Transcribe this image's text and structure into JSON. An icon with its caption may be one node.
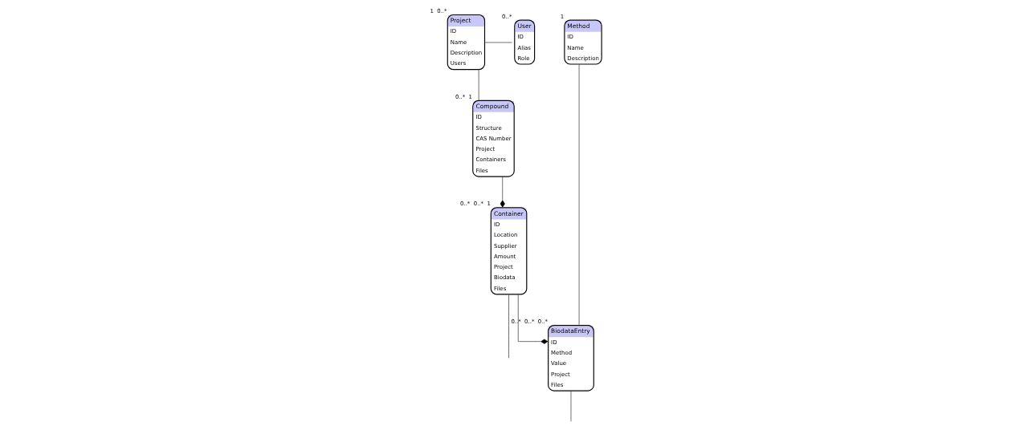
{
  "diagram": {
    "nodes": [
      {
        "text": [
          "Project",
          "ID",
          "Name",
          "Description",
          "Users"
        ],
        "beside": [
          "1",
          "0..*"
        ]
      },
      {
        "text": [
          "User",
          "ID",
          "Alias",
          "Role"
        ],
        "beside": [
          "0..*"
        ]
      },
      {
        "text": [
          "Method",
          "ID",
          "Name",
          "Description"
        ],
        "beside": [
          "1"
        ]
      },
      {
        "text": [
          "Compound",
          "ID",
          "Structure",
          "CAS Number",
          "Project",
          "Containers",
          "Files"
        ],
        "beside": [
          "0..*",
          "1"
        ]
      },
      {
        "text": [
          "Container",
          "ID",
          "Location",
          "Supplier",
          "Amount",
          "Project",
          "Biodata",
          "Files"
        ],
        "beside": [
          "0..*",
          "0..*",
          "1"
        ]
      },
      {
        "text": [
          "BiodataEntry",
          "ID",
          "Method",
          "Value",
          "Project",
          "Files"
        ],
        "beside": [
          "0..*",
          "0..*",
          "0..*"
        ]
      }
    ],
    "edges": [
      {
        "from": 0,
        "to": 1,
        "arrow": "none"
      },
      {
        "from": 0,
        "to": 3,
        "arrow": "none"
      },
      {
        "from": 3,
        "to": 4,
        "arrow": "other"
      },
      {
        "from": 4,
        "to": 5,
        "arrow": "other"
      },
      {
        "from": 2,
        "to": 5,
        "arrow": "none"
      },
      {
        "from": 4,
        "to": null,
        "arrow": "none"
      },
      {
        "from": 5,
        "to": null,
        "arrow": "none"
      }
    ]
  }
}
